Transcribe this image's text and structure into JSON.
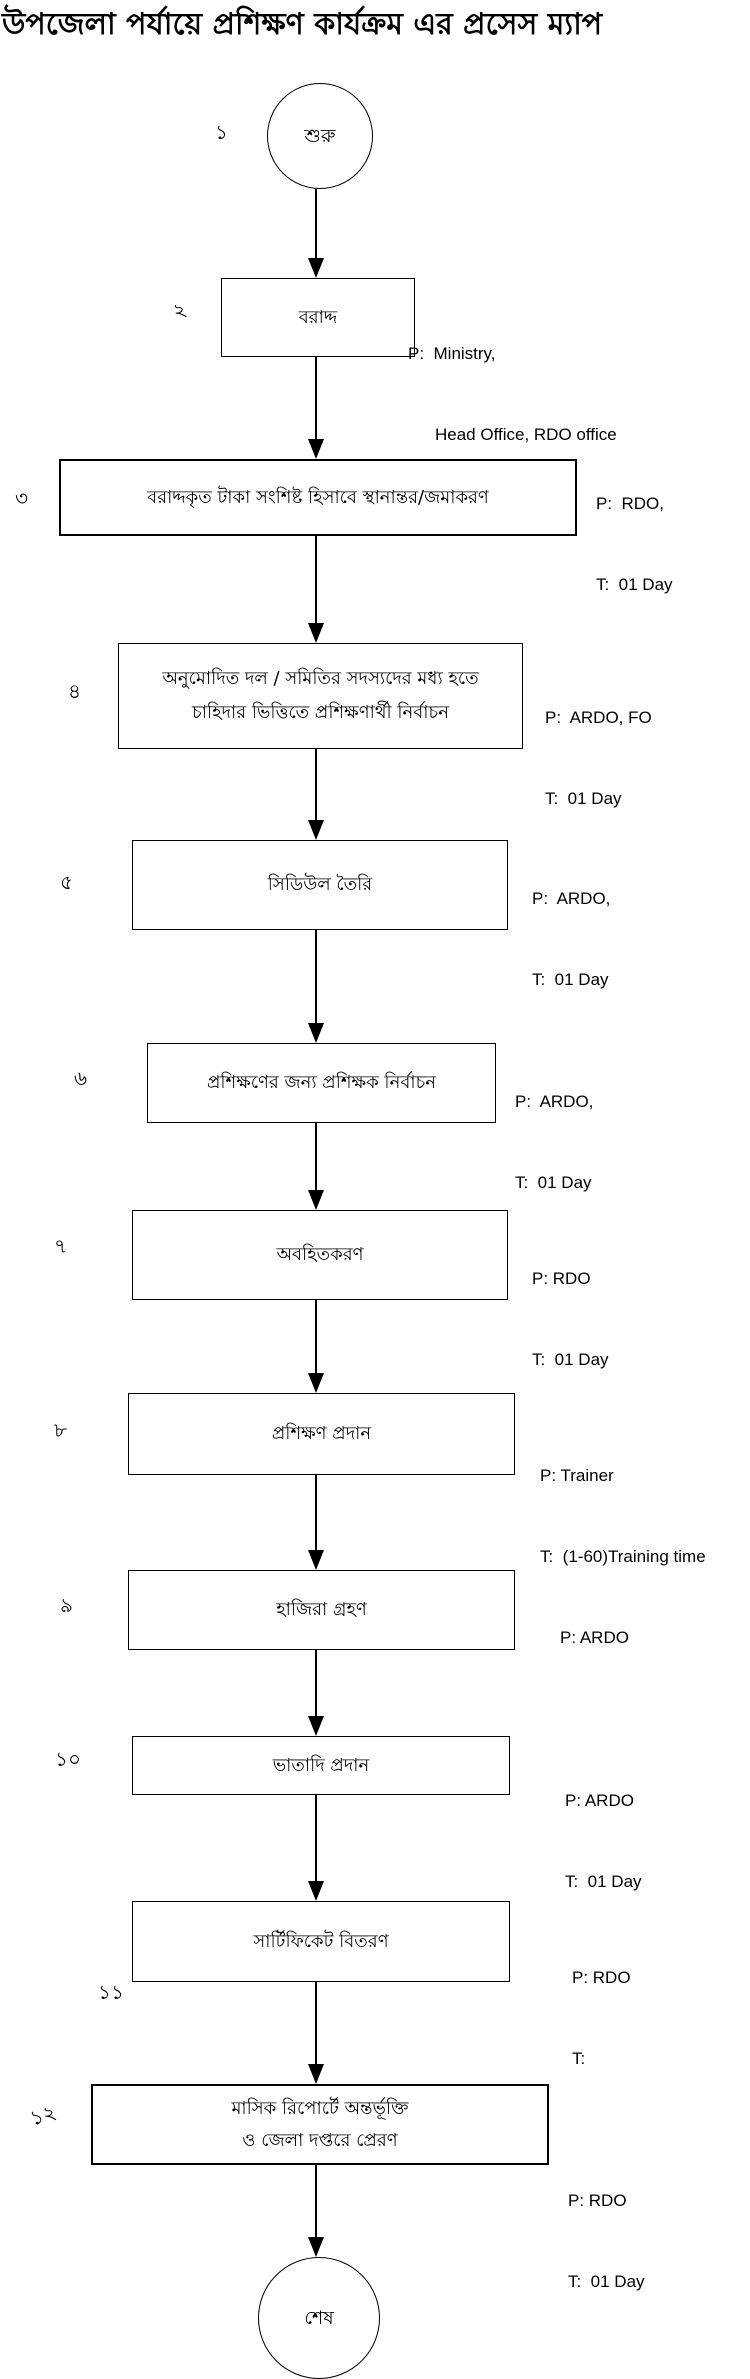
{
  "title": "উপজেলা পর্যায়ে প্রশিক্ষণ কার্যক্রম এর প্রসেস ম্যাপ",
  "colors": {
    "ink": "#000000",
    "background": "#ffffff"
  },
  "flow": {
    "n1": {
      "num": "১",
      "label": "শুরু"
    },
    "n2": {
      "num": "২",
      "label": "বরাদ্দ",
      "ann1": "P:  Ministry,",
      "ann2": "Head Office, RDO office"
    },
    "n3": {
      "num": "৩",
      "label": "বরাদ্দকৃত টাকা সংশিষ্ট হিসাবে স্থানান্তর/জমাকরণ",
      "ann1": "P:  RDO,",
      "ann2": "T:  01 Day"
    },
    "n4": {
      "num": "৪",
      "label1": "অনুমোদিত দল / সমিতির সদস্যদের মধ্য হতে",
      "label2": "চাহিদার ভিত্তিতে প্রশিক্ষণার্থী নির্বাচন",
      "ann1": "P:  ARDO, FO",
      "ann2": "T:  01 Day"
    },
    "n5": {
      "num": "৫",
      "label": "সিডিউল তৈরি",
      "ann1": "P:  ARDO,",
      "ann2": "T:  01 Day"
    },
    "n6": {
      "num": "৬",
      "label": "প্রশিক্ষণের জন্য প্রশিক্ষক নির্বাচন",
      "ann1": "P:  ARDO,",
      "ann2": "T:  01 Day"
    },
    "n7": {
      "num": "৭",
      "label": "অবহিতকরণ",
      "ann1": "P: RDO",
      "ann2": "T:  01 Day"
    },
    "n8": {
      "num": "৮",
      "label": "প্রশিক্ষণ প্রদান",
      "ann1": "P: Trainer",
      "ann2": "T:  (1-60)Training time"
    },
    "n9": {
      "num": "৯",
      "label": "হাজিরা গ্রহণ",
      "ann1": "P: ARDO"
    },
    "n10": {
      "num": "১০",
      "label": "ভাতাদি প্রদান",
      "ann1": "P: ARDO",
      "ann2": "T:  01 Day"
    },
    "n11": {
      "num": "১১",
      "label": "সার্টিফিকেট বিতরণ",
      "ann1": "P: RDO",
      "ann2": "T:"
    },
    "n12": {
      "num": "১২",
      "label1": "মাসিক রিপোর্টে অন্তর্ভূক্তি",
      "label2": "ও জেলা দপ্তরে প্রেরণ",
      "ann1": "P: RDO",
      "ann2": "T:  01 Day"
    },
    "n13": {
      "label": "শেষ"
    }
  }
}
